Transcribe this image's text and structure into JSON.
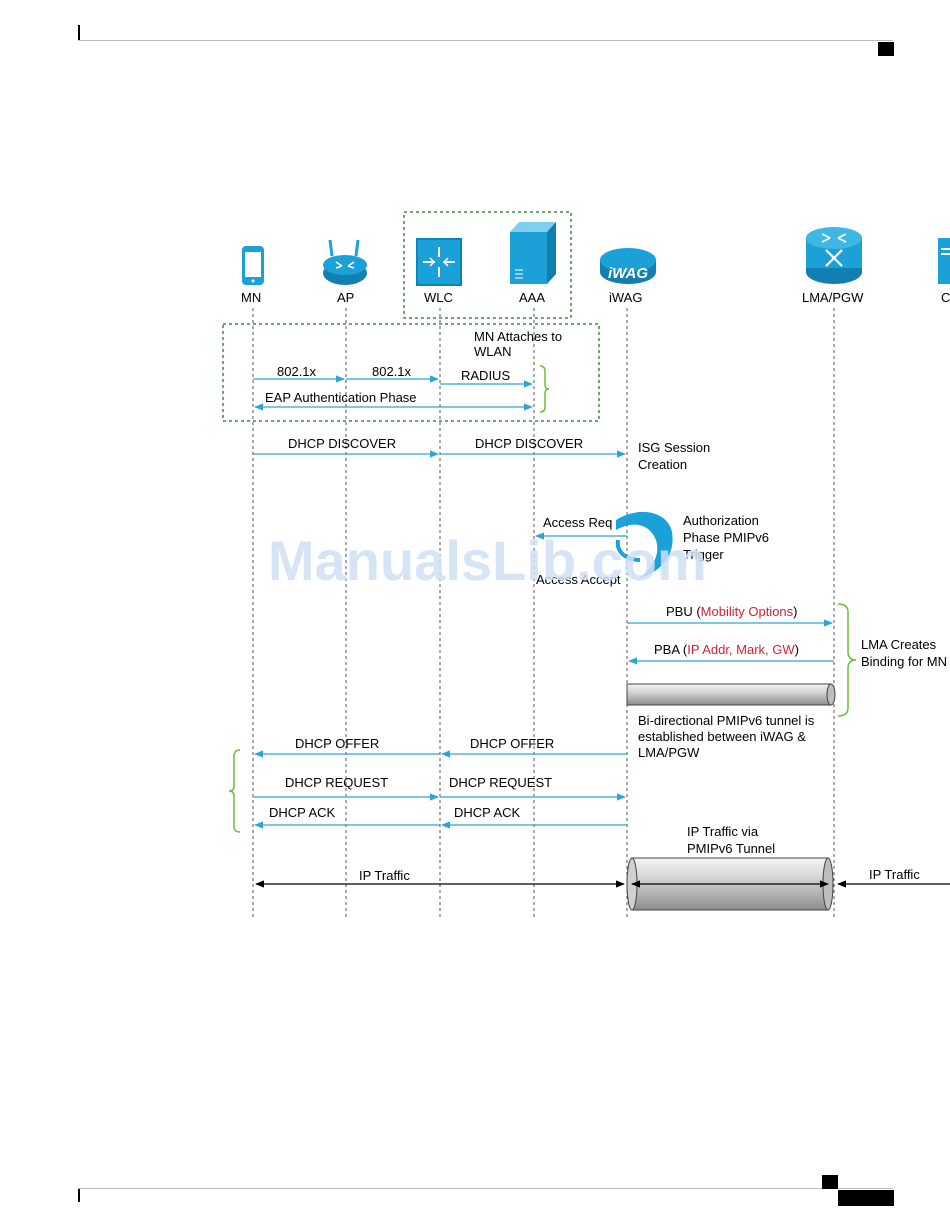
{
  "watermark": "ManualsLib.com",
  "nodes": [
    {
      "id": "mn",
      "label": "MN",
      "icon": "mobile-phone-icon"
    },
    {
      "id": "ap",
      "label": "AP",
      "icon": "access-point-icon"
    },
    {
      "id": "wlc",
      "label": "WLC",
      "icon": "wireless-controller-icon"
    },
    {
      "id": "aaa",
      "label": "AAA",
      "icon": "server-icon"
    },
    {
      "id": "iwag",
      "label": "iWAG",
      "icon": "iwag-router-icon"
    },
    {
      "id": "lma",
      "label": "LMA/PGW",
      "icon": "router-icon"
    },
    {
      "id": "cn",
      "label": "C",
      "icon": "server-icon"
    }
  ],
  "iwag_badge": "iWAG",
  "messages": {
    "mn_attaches": "MN Attaches to WLAN",
    "m1": "802.1x",
    "m2": "802.1x",
    "radius": "RADIUS",
    "eap": "EAP Authentication Phase",
    "dhcp_discover_1": "DHCP DISCOVER",
    "dhcp_discover_2": "DHCP DISCOVER",
    "isg_session": "ISG Session Creation",
    "access_req": "Access Req",
    "access_accept": "Access Accept",
    "authorization": "Authorization Phase PMIPv6 Trigger",
    "pbu_prefix": "PBU (",
    "pbu_opts": "Mobility Options",
    "pbu_suffix": ")",
    "pba_prefix": "PBA (",
    "pba_opts": "IP Addr, Mark, GW",
    "pba_suffix": ")",
    "lma_binding": "LMA Creates Binding for MN",
    "tunnel_note": "Bi-directional PMIPv6 tunnel is established between iWAG & LMA/PGW",
    "dhcp_offer_1": "DHCP OFFER",
    "dhcp_offer_2": "DHCP OFFER",
    "dhcp_request_1": "DHCP REQUEST",
    "dhcp_request_2": "DHCP REQUEST",
    "dhcp_ack_1": "DHCP ACK",
    "dhcp_ack_2": "DHCP ACK",
    "ip_traffic_tunnel": "IP Traffic via PMIPv6 Tunnel",
    "ip_traffic_left": "IP Traffic",
    "ip_traffic_right": "IP Traffic"
  },
  "colors": {
    "icon_blue": "#1ba0d7",
    "arrow_blue": "#29a6d3",
    "bracket_green": "#6cbf3a",
    "dashed_green": "#3d8a3d",
    "highlight_red": "#d6203a"
  }
}
